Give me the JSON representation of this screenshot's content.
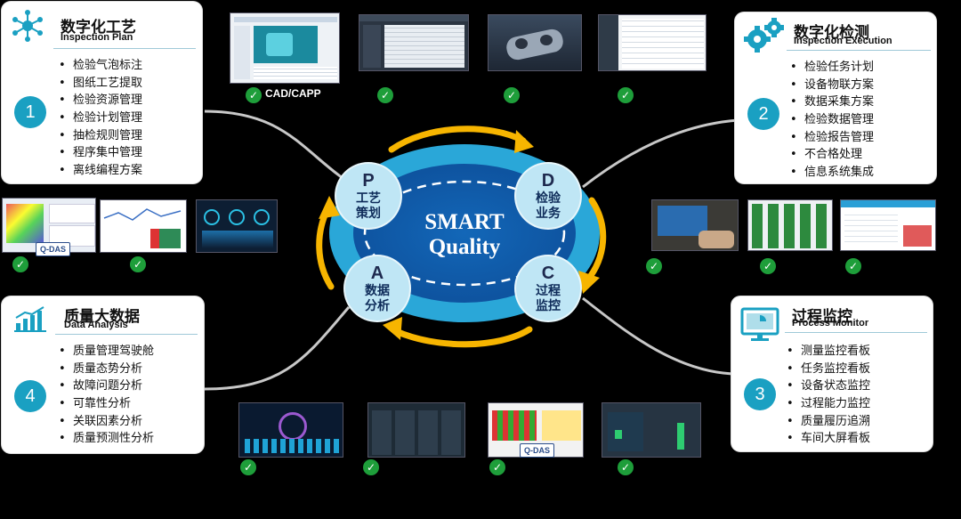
{
  "center": {
    "title_line1": "SMART",
    "title_line2": "Quality",
    "nodes": [
      {
        "letter": "P",
        "line1": "工艺",
        "line2": "策划"
      },
      {
        "letter": "D",
        "line1": "检验",
        "line2": "业务"
      },
      {
        "letter": "C",
        "line1": "过程",
        "line2": "监控"
      },
      {
        "letter": "A",
        "line1": "数据",
        "line2": "分析"
      }
    ]
  },
  "cards": {
    "plan": {
      "number": "1",
      "title": "数字化工艺",
      "subtitle": "Inspection Plan",
      "icon": "network-icon",
      "items": [
        "检验气泡标注",
        "图纸工艺提取",
        "检验资源管理",
        "检验计划管理",
        "抽检规则管理",
        "程序集中管理",
        "离线编程方案"
      ]
    },
    "execution": {
      "number": "2",
      "title": "数字化检测",
      "subtitle": "Inspection Execution",
      "icon": "gears-icon",
      "items": [
        "检验任务计划",
        "设备物联方案",
        "数据采集方案",
        "检验数据管理",
        "检验报告管理",
        "不合格处理",
        "信息系统集成"
      ]
    },
    "monitor": {
      "number": "3",
      "title": "过程监控",
      "subtitle": "Process Monitor",
      "icon": "monitor-icon",
      "items": [
        "测量监控看板",
        "任务监控看板",
        "设备状态监控",
        "过程能力监控",
        "质量履历追溯",
        "车间大屏看板"
      ]
    },
    "analysis": {
      "number": "4",
      "title": "质量大数据",
      "subtitle": "Data Analysis",
      "icon": "bar-chart-icon",
      "items": [
        "质量管理驾驶舱",
        "质量态势分析",
        "故障问题分析",
        "可靠性分析",
        "关联因素分析",
        "质量预测性分析"
      ]
    }
  },
  "screenshots": {
    "cad_caption": "CAD/CAPP",
    "qdas_label": "Q-DAS",
    "check_mark": "✓"
  },
  "colors": {
    "accent": "#1aa0c2",
    "ellipse": "#0f5aa8",
    "ellipse_outer": "#2aa7d8",
    "arrow": "#f7b500",
    "check": "#1e9e3a"
  }
}
